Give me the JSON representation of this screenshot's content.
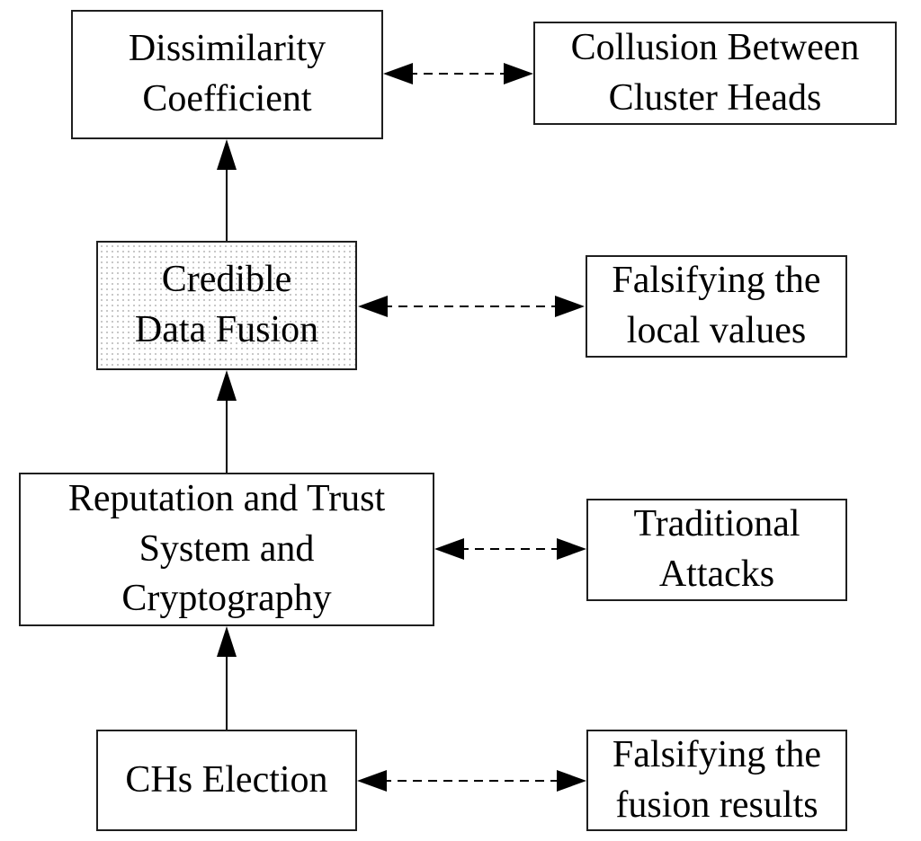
{
  "style": {
    "background_color": "#ffffff",
    "box_border_color": "#1f1f1f",
    "text_color": "#000000",
    "arrow_color": "#000000",
    "credible_box_fill": "stippled light-gray dot pattern",
    "credible_dot_color": "#c4c4c4"
  },
  "diagram": {
    "type": "block-diagram",
    "nodes": {
      "dissimilarity": {
        "label": "Dissimilarity\nCoefficient"
      },
      "collusion": {
        "label": "Collusion Between\nCluster Heads"
      },
      "credible": {
        "label": "Credible\nData Fusion"
      },
      "falsify_local": {
        "label": "Falsifying the\nlocal values"
      },
      "reputation": {
        "label": "Reputation and Trust\nSystem and\nCryptography"
      },
      "traditional": {
        "label": "Traditional\nAttacks"
      },
      "chs_election": {
        "label": "CHs Election"
      },
      "falsify_fusion": {
        "label": "Falsifying the\nfusion results"
      }
    },
    "edges": [
      {
        "from": "chs_election",
        "to": "reputation",
        "line": "solid",
        "arrow": "single",
        "direction": "up"
      },
      {
        "from": "reputation",
        "to": "credible",
        "line": "solid",
        "arrow": "single",
        "direction": "up"
      },
      {
        "from": "credible",
        "to": "dissimilarity",
        "line": "solid",
        "arrow": "single",
        "direction": "up"
      },
      {
        "from": "dissimilarity",
        "to": "collusion",
        "line": "dashed",
        "arrow": "double",
        "direction": "horizontal"
      },
      {
        "from": "credible",
        "to": "falsify_local",
        "line": "dashed",
        "arrow": "double",
        "direction": "horizontal"
      },
      {
        "from": "reputation",
        "to": "traditional",
        "line": "dashed",
        "arrow": "double",
        "direction": "horizontal"
      },
      {
        "from": "chs_election",
        "to": "falsify_fusion",
        "line": "dashed",
        "arrow": "double",
        "direction": "horizontal"
      }
    ]
  }
}
